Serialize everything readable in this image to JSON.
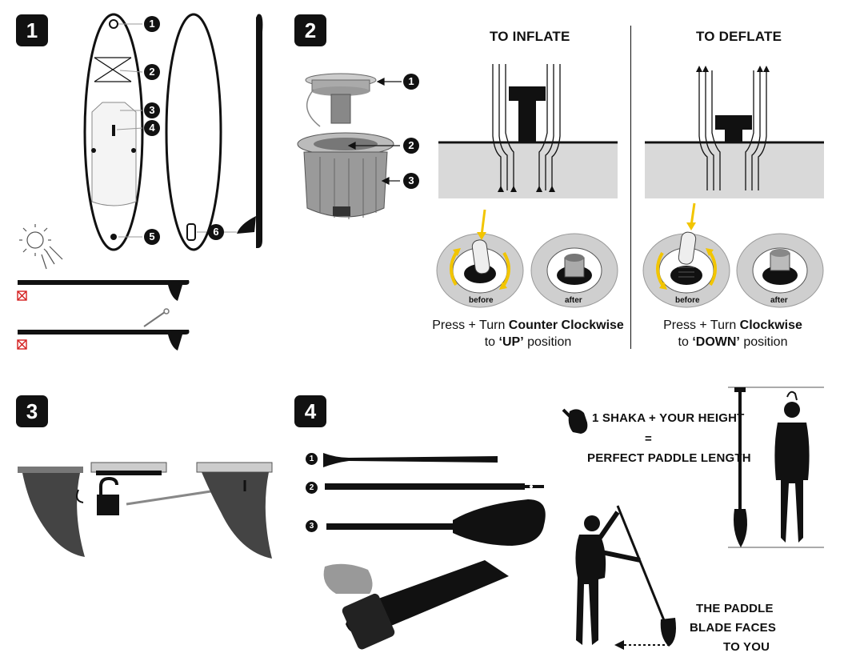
{
  "steps": {
    "s1": "1",
    "s2": "2",
    "s3": "3",
    "s4": "4"
  },
  "board_callouts": [
    "1",
    "2",
    "3",
    "4",
    "5",
    "6"
  ],
  "valve_callouts": [
    "1",
    "2",
    "3"
  ],
  "inflate": {
    "heading": "TO INFLATE",
    "before": "before",
    "after": "after",
    "caption_pre": "Press + Turn ",
    "caption_bold": "Counter Clockwise",
    "caption2_pre": "to ",
    "caption2_bold": "‘UP’",
    "caption2_post": " position"
  },
  "deflate": {
    "heading": "TO DEFLATE",
    "before": "before",
    "after": "after",
    "caption_pre": "Press + Turn ",
    "caption_bold": "Clockwise",
    "caption2_pre": "to ",
    "caption2_bold": "‘DOWN’",
    "caption2_post": " position"
  },
  "paddle_parts": [
    "1",
    "2",
    "3"
  ],
  "shaka": {
    "line1": "1 SHAKA + YOUR HEIGHT",
    "line2": "=",
    "line3": "PERFECT PADDLE LENGTH"
  },
  "blade_note": {
    "line1": "THE PADDLE",
    "line2": "BLADE FACES",
    "line3": "TO YOU"
  },
  "colors": {
    "ink": "#111111",
    "arrow_yellow": "#f2c500",
    "water_gray": "#d9d9d9",
    "warning_red": "#d42020"
  }
}
